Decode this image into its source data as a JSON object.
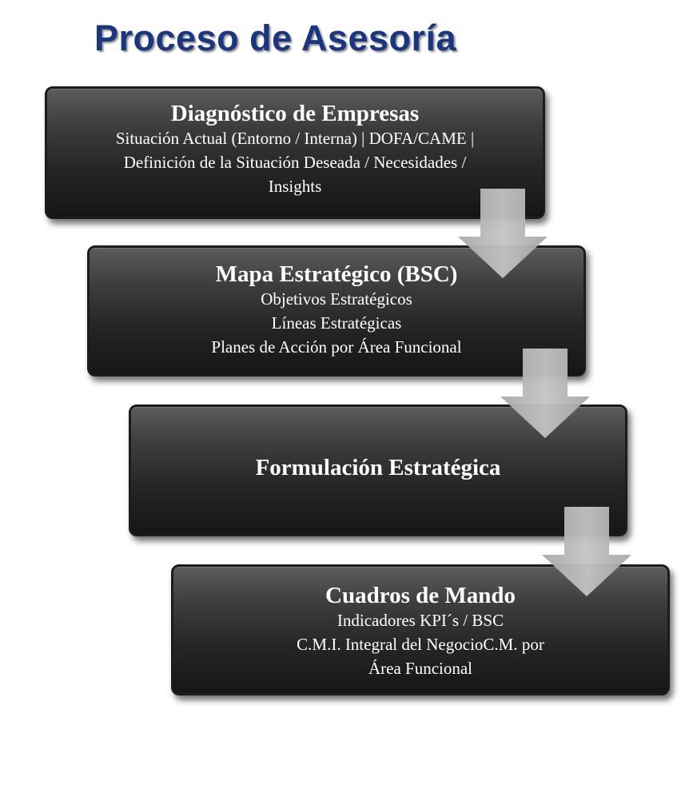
{
  "title": "Proceso de Asesoría",
  "steps": [
    {
      "title": "Diagnóstico de Empresas",
      "lines": [
        "Situación Actual (Entorno / Interna) | DOFA/CAME |",
        "Definición de la Situación Deseada / Necesidades /",
        "Insights"
      ]
    },
    {
      "title": "Mapa Estratégico (BSC)",
      "lines": [
        "Objetivos Estratégicos",
        "Líneas Estratégicas",
        "Planes de Acción por Área Funcional"
      ]
    },
    {
      "title": "Formulación Estratégica",
      "lines": []
    },
    {
      "title": "Cuadros de Mando",
      "lines": [
        "Indicadores KPI´s / BSC",
        "C.M.I. Integral del NegocioC.M. por",
        "Área Funcional"
      ]
    }
  ],
  "colors": {
    "title": "#1a3680",
    "box_dark": "#151515",
    "box_light": "#5c5c5c",
    "arrow": "#b7b7b7",
    "text": "#ffffff"
  },
  "icons": {
    "connector": "down-arrow-icon"
  }
}
